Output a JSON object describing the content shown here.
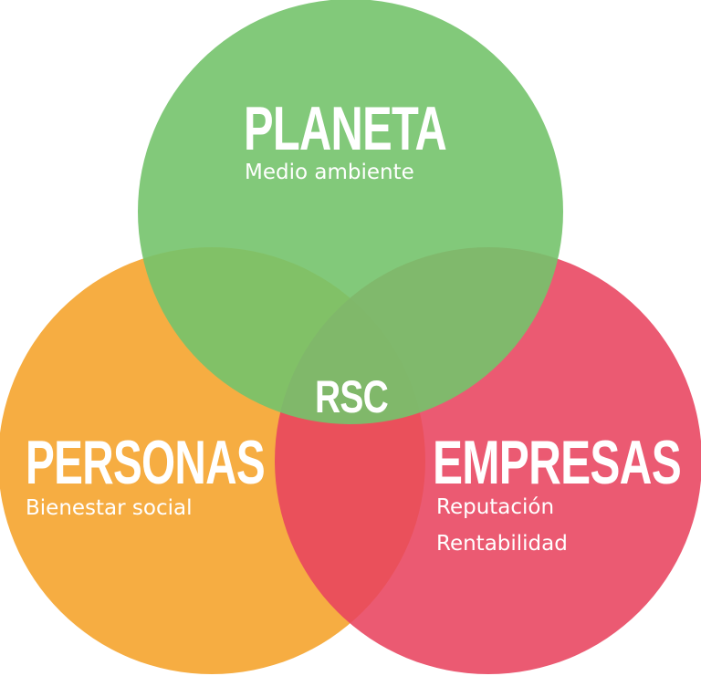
{
  "colors": {
    "planeta": "#74c36c",
    "personas": "#f5a632",
    "empresas": "#e8435e",
    "text": "#ffffff"
  },
  "circles": {
    "planeta": {
      "title": "PLANETA",
      "subtitle": "Medio ambiente"
    },
    "personas": {
      "title": "PERSONAS",
      "subtitle": "Bienestar social"
    },
    "empresas": {
      "title": "EMPRESAS",
      "subtitle_1": "Reputación",
      "subtitle_2": "Rentabilidad"
    }
  },
  "center": {
    "label": "RSC"
  }
}
